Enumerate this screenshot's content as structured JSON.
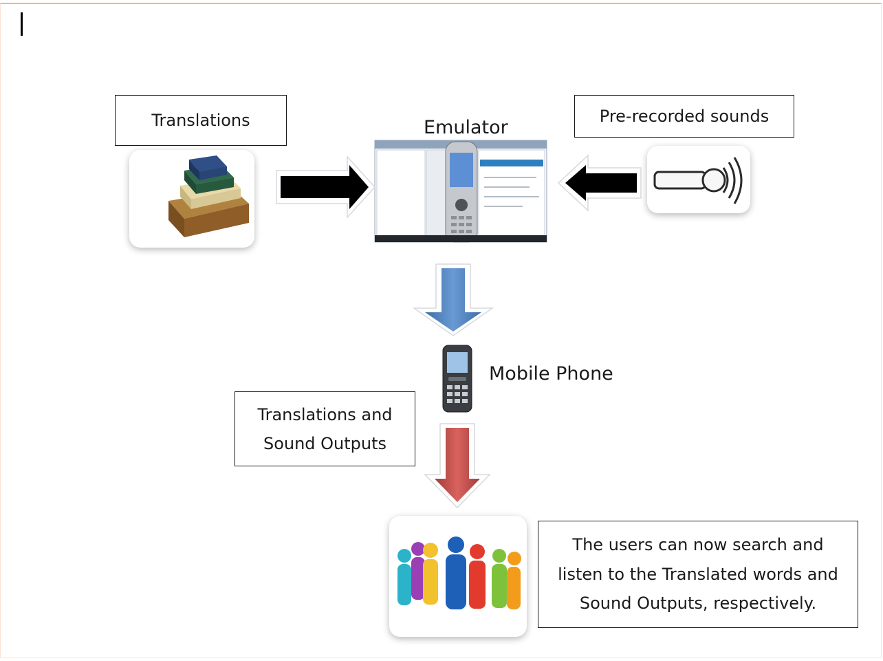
{
  "diagram": {
    "translations_label": "Translations",
    "emulator_label": "Emulator",
    "sounds_label": "Pre-recorded sounds",
    "mobile_label": "Mobile Phone",
    "outputs_label_line1": "Translations and",
    "outputs_label_line2": "Sound Outputs",
    "users_label_line1": "The users can now search and",
    "users_label_line2": "listen to the Translated words and",
    "users_label_line3": "Sound Outputs, respectively."
  },
  "colors": {
    "frame_border": "#f2b48a",
    "input_arrow": "#000000",
    "blue_arrow": "#4f81bd",
    "red_arrow": "#c0504d"
  },
  "icons": [
    "books-icon",
    "emulator-screenshot",
    "speaker-icon",
    "mobile-phone-icon",
    "users-crowd-icon"
  ]
}
